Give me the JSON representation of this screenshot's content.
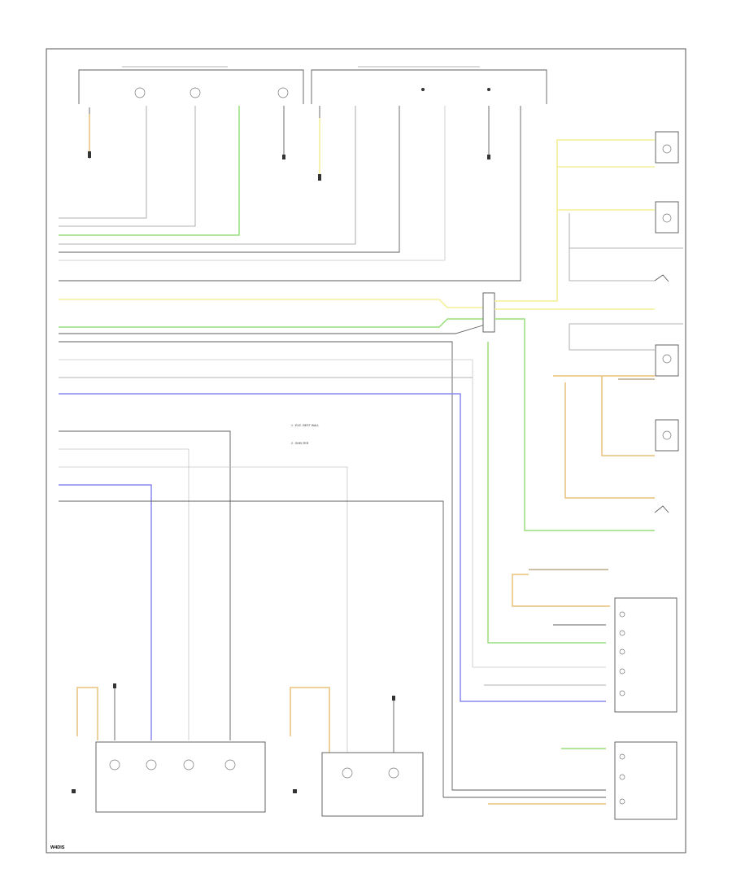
{
  "diagram": {
    "page_code": "W4DIS",
    "legend": {
      "item_1": "1 : EXC. BEST WALL",
      "item_2": "2 : SHELTER"
    },
    "colors": {
      "yellow_wire": "#f3ef9a",
      "green_wire": "#98de7c",
      "blue_wire": "#8a89ee",
      "orange_wire": "#e8c07a",
      "gray_wire": "#9a9a9a"
    }
  }
}
